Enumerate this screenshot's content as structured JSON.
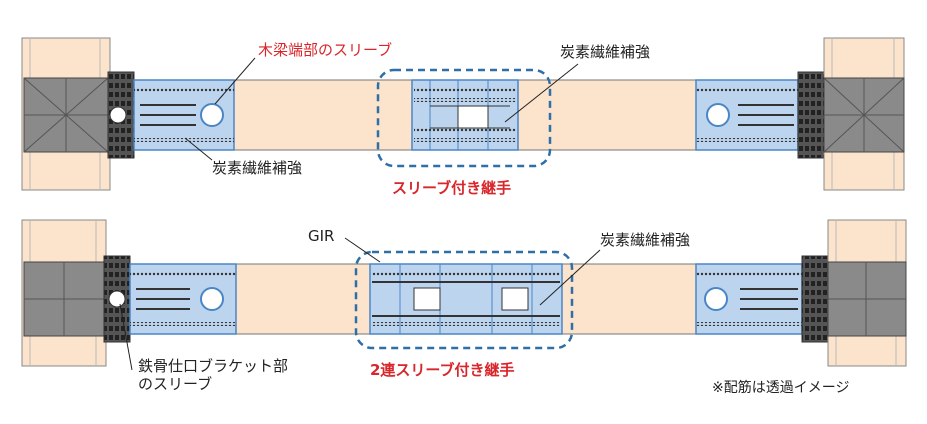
{
  "top_beam": {
    "label_sleeve_end": "木梁端部のスリーブ",
    "label_cfrp_right": "炭素繊維補強",
    "label_cfrp_left": "炭素繊維補強",
    "caption": "スリーブ付き継手"
  },
  "bottom_beam": {
    "label_gir": "GIR",
    "label_cfrp": "炭素繊維補強",
    "label_steel_bracket_line1": "鉄骨仕口ブラケット部",
    "label_steel_bracket_line2": "のスリーブ",
    "caption": "2連スリーブ付き継手"
  },
  "footnote": "※配筋は透過イメージ",
  "colors": {
    "beam_wood": "#fbe3cc",
    "cfrp_blue": "#bcd4ee",
    "outline_blue": "#4a86c5",
    "steel_gray": "#8a8a8a",
    "callout_red": "#d8262b",
    "dash_blue": "#2e6fa7"
  }
}
